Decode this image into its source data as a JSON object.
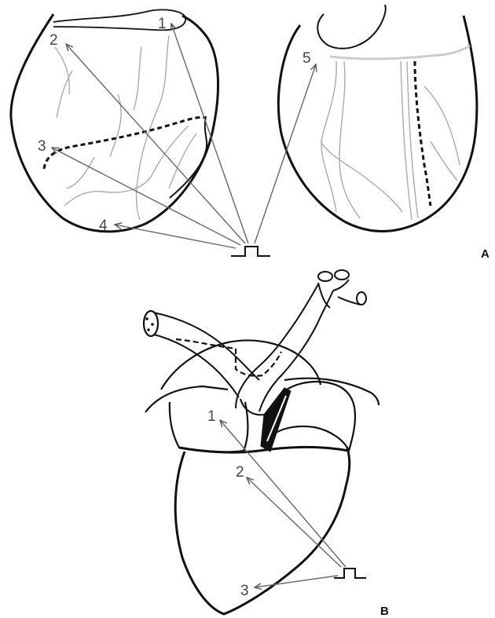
{
  "panels": {
    "a": {
      "label": "A",
      "markers": [
        "1",
        "2",
        "3",
        "4",
        "5"
      ]
    },
    "b": {
      "label": "B",
      "markers": [
        "1",
        "2",
        "3"
      ]
    }
  }
}
